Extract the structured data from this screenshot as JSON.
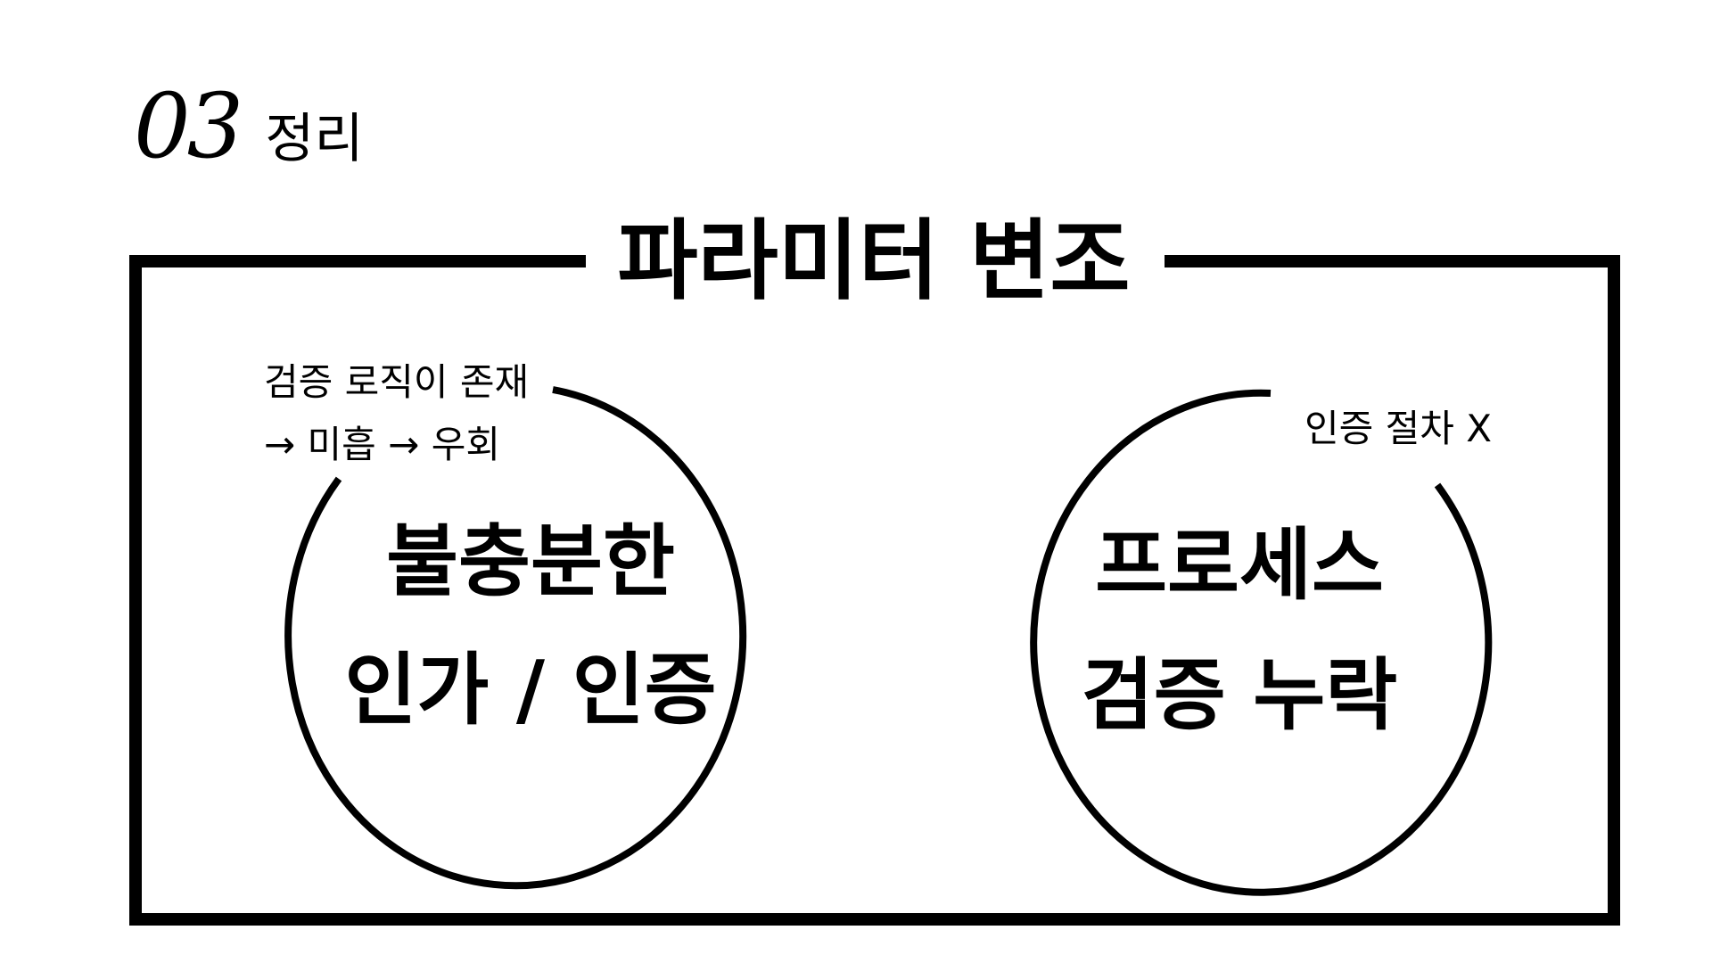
{
  "header": {
    "section_number": "03",
    "section_title": "정리"
  },
  "frame": {
    "title": "파라미터 변조"
  },
  "left_group": {
    "note_line_1": "검증 로직이 존재",
    "note_line_2": "→ 미흡 → 우회",
    "line_1": "불충분한",
    "line_2": "인가 / 인증"
  },
  "right_group": {
    "note": "인증 절차 X",
    "line_1": "프로세스",
    "line_2": "검증 누락"
  },
  "colors": {
    "ink": "#000000",
    "background": "#ffffff"
  }
}
